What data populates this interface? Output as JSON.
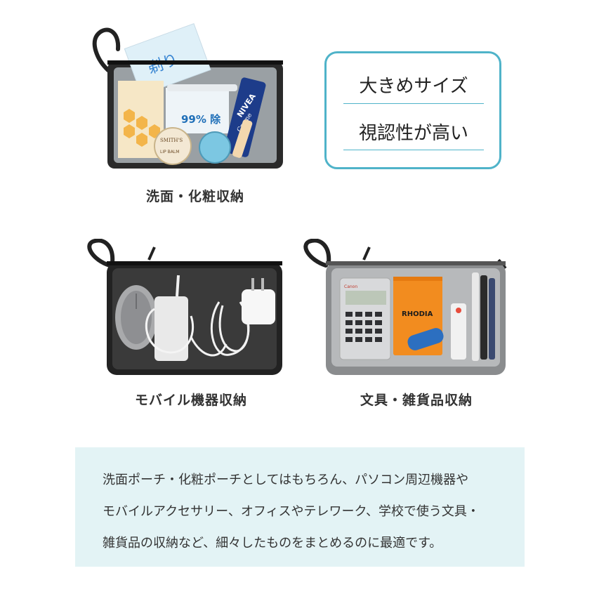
{
  "features": {
    "line1": "大きめサイズ",
    "line2": "視認性が高い",
    "border_color": "#4fb3c9"
  },
  "captions": {
    "cosmetics": "洗面・化粧収納",
    "mobile": "モバイル機器収納",
    "stationery": "文具・雑貨品収納"
  },
  "products": {
    "pouch1_text": "99% 除",
    "lotion_brand": "NIVEA",
    "lotion_sub": "Creme",
    "tin_brand": "SMITH'S",
    "tin_sub": "LIP BALM",
    "calculator_brand": "Canon",
    "notepad_brand": "RHODIA"
  },
  "description": {
    "line1": "洗面ポーチ・化粧ポーチとしてはもちろん、パソコン周辺機器や",
    "line2": "モバイルアクセサリー、オフィスやテレワーク、学校で使う文具・",
    "line3": "雑貨品の収納など、細々したものをまとめるのに最適です。",
    "background": "#e3f3f5"
  }
}
